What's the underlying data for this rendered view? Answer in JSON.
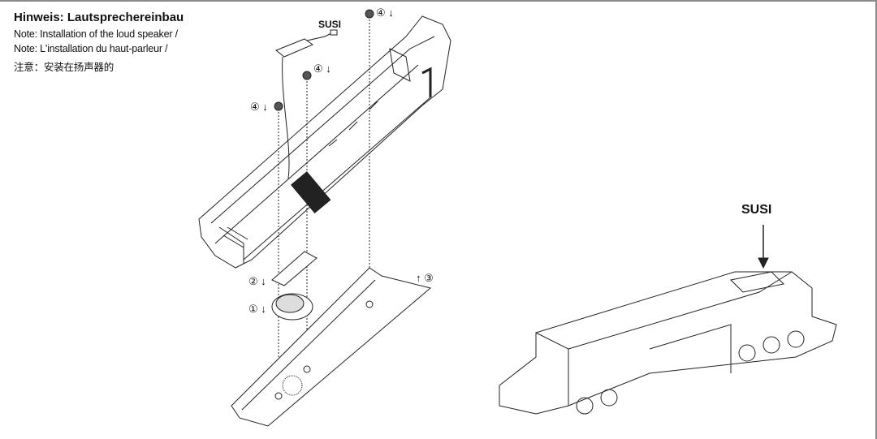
{
  "heading": {
    "title": "Hinweis: Lautsprechereinbau",
    "lines": [
      "Note: Installation of the loud speaker /",
      "Note: L'installation du haut-parleur /",
      "注意：安装在扬声器的"
    ]
  },
  "labels": {
    "susi_exploded": "SUSI",
    "susi_loco": "SUSI"
  },
  "steps": {
    "screw": "④ ↓",
    "screw_left": "④ ↓",
    "clip": "② ↓",
    "speaker": "① ↓",
    "cover": "↑ ③"
  }
}
